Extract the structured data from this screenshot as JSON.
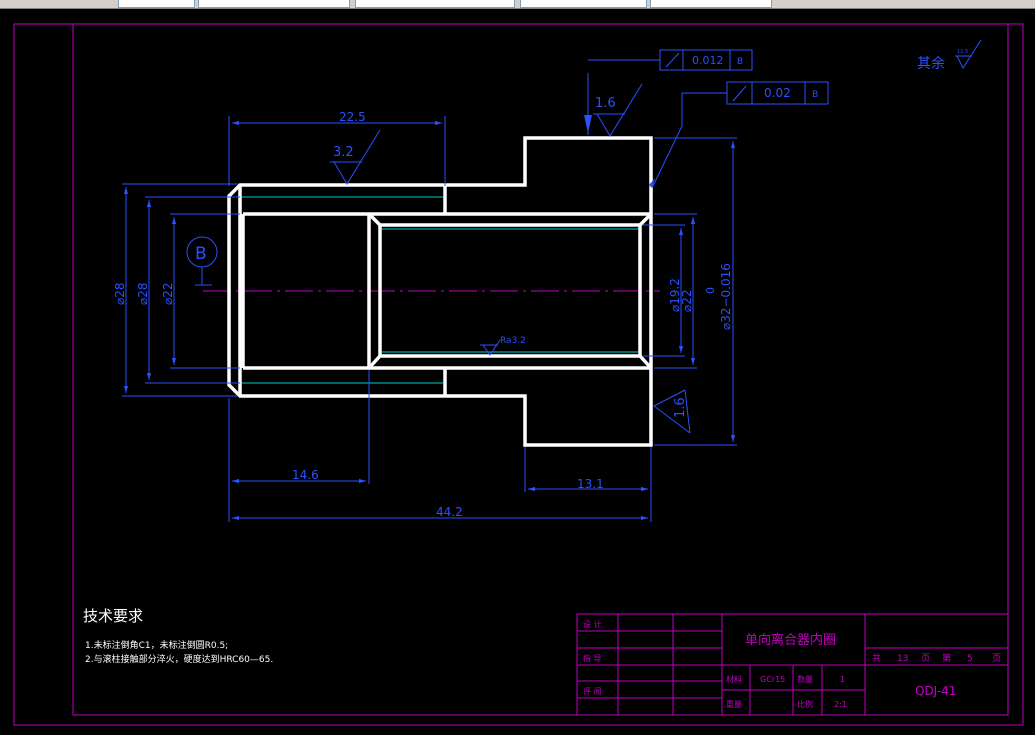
{
  "dimensions": {
    "top_length": "22.5",
    "inner_step": "14.6",
    "flange_width": "13.1",
    "total_length": "44.2",
    "d_28_a": "⌀28",
    "d_28_b": "⌀28",
    "d_22_left": "⌀22",
    "d_19_2": "⌀19.2",
    "d_22_right": "⌀22",
    "d_32": "⌀32−0.016",
    "d_32_upper": "0"
  },
  "roughness": {
    "top_left": "3.2",
    "top_right": "1.6",
    "inner": "Ra3.2",
    "right_side": "1.6",
    "general_prefix": "其余",
    "general_value": "12.5"
  },
  "tolerances": [
    {
      "value": "0.012",
      "datum": "B"
    },
    {
      "value": "0.02",
      "datum": "B"
    }
  ],
  "datum_label": "B",
  "notes": {
    "title": "技术要求",
    "items": [
      "1.未标注倒角C1，未标注倒圆R0.5;",
      "2.与滚柱接触部分淬火，硬度达到HRC60—65."
    ]
  },
  "title_block": {
    "rows": [
      "设 计",
      "指 导",
      "评 阅"
    ],
    "part_name": "单向离合器内圈",
    "sheets_total_prefix": "共",
    "sheets_total": "13",
    "sheets_unit": "页",
    "sheet_prefix": "第",
    "sheet_no": "5",
    "sheet_unit": "页",
    "material_label": "材料",
    "material": "GCr15",
    "qty_label": "数量",
    "qty": "1",
    "weight_label": "重量",
    "scale_label": "比例",
    "scale": "2:1",
    "drawing_no": "QDJ-41"
  },
  "colors": {
    "border": "#c000c0",
    "outline": "#ffffff",
    "dimension": "#2a50ff",
    "centerline": "#c000c0",
    "hidden": "#00d0d0"
  }
}
